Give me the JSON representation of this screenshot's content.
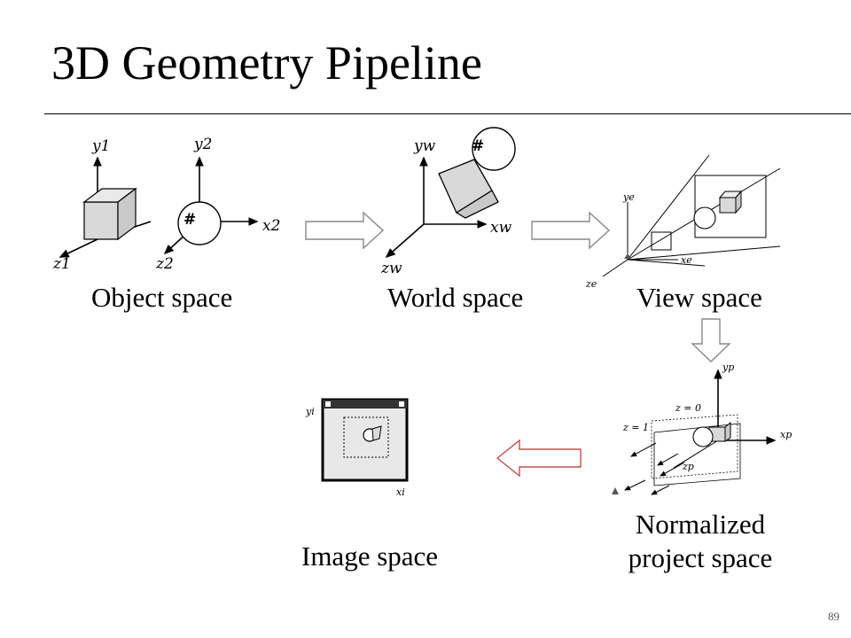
{
  "slide": {
    "title": "3D Geometry Pipeline",
    "page_number": "89"
  },
  "stages": {
    "object": {
      "label": "Object space"
    },
    "world": {
      "label": "World space"
    },
    "view": {
      "label": "View space"
    },
    "normalized": {
      "label_line1": "Normalized",
      "label_line2": "project space"
    },
    "image": {
      "label": "Image space"
    }
  },
  "axis_labels": {
    "object1": {
      "y": "y1",
      "z": "z1"
    },
    "object2": {
      "y": "y2",
      "x": "x2",
      "z": "z2"
    },
    "world": {
      "y": "yw",
      "x": "xw",
      "z": "zw"
    },
    "view": {
      "y": "ye",
      "x": "xe",
      "z": "ze"
    },
    "normalized": {
      "y": "yp",
      "x": "xp",
      "z": "zp",
      "plane0": "z = 0",
      "plane1": "z = 1"
    },
    "image": {
      "y": "yi",
      "x": "xi"
    }
  },
  "colors": {
    "arrow_outline": "#888888",
    "highlight_arrow": "#c0504d",
    "cube_fill": "#d9d9d9",
    "image_fill": "#e8e8e8"
  }
}
